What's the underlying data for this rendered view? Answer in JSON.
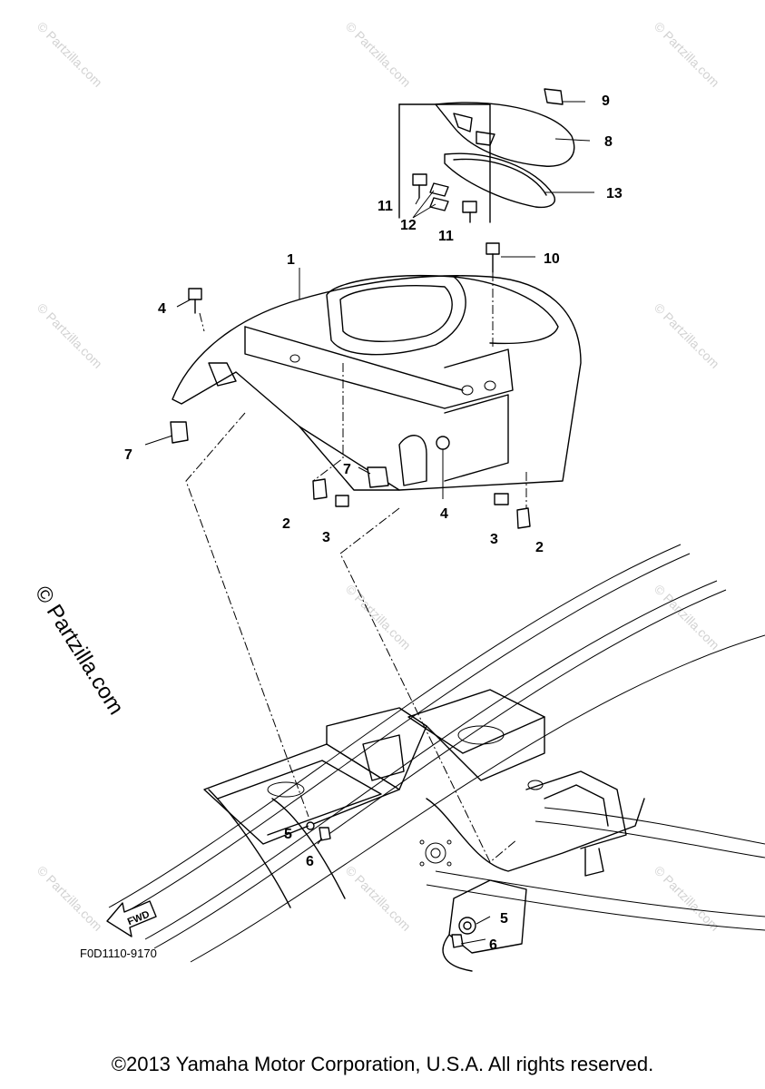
{
  "watermark": "© Partzilla.com",
  "side_watermark": "© Partzilla.com",
  "callouts": {
    "c1": "1",
    "c2a": "2",
    "c2b": "2",
    "c3a": "3",
    "c3b": "3",
    "c4a": "4",
    "c4b": "4",
    "c5a": "5",
    "c5b": "5",
    "c6a": "6",
    "c6b": "6",
    "c7a": "7",
    "c7b": "7",
    "c8": "8",
    "c9": "9",
    "c10": "10",
    "c11a": "11",
    "c11b": "11",
    "c12": "12",
    "c13": "13"
  },
  "fwd_label": "FWD",
  "figure_code": "F0D1110-9170",
  "copyright": "©2013 Yamaha Motor Corporation, U.S.A. All rights reserved."
}
